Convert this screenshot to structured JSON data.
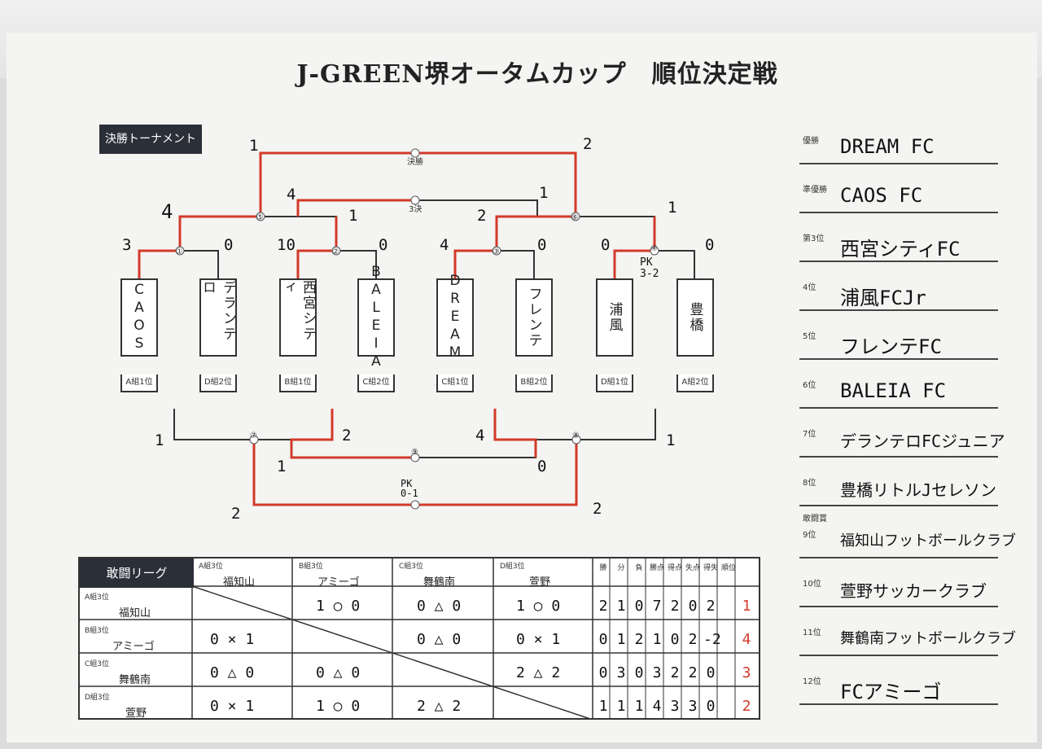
{
  "title": "J-GREEN堺オータムカップ　順位決定戦",
  "tournament_tag": "決勝トーナメント",
  "match_labels": {
    "final": "決勝",
    "third": "3決",
    "m1": "①",
    "m2": "②",
    "m3": "③",
    "m4": "④",
    "m5": "⑤",
    "m6": "⑥",
    "m7": "⑦",
    "m8": "⑧",
    "m9": "⑨"
  },
  "teams": [
    {
      "name": "CAOS",
      "slot": "A組1位"
    },
    {
      "name": "デランテロ",
      "slot": "D組2位"
    },
    {
      "name": "西宮シティ",
      "slot": "B組1位"
    },
    {
      "name": "BALEIA",
      "slot": "C組2位"
    },
    {
      "name": "DREAM",
      "slot": "C組1位"
    },
    {
      "name": "フレンテ",
      "slot": "B組2位"
    },
    {
      "name": "浦風",
      "slot": "D組1位"
    },
    {
      "name": "豊橋",
      "slot": "A組2位"
    }
  ],
  "scores": {
    "r1": [
      "3",
      "0",
      "10",
      "0",
      "4",
      "0",
      "0",
      "0"
    ],
    "pk_r1": "PK\n3-2",
    "semi": [
      "4",
      "1",
      "2",
      "1"
    ],
    "third_place": [
      "4",
      "1"
    ],
    "final": [
      "1",
      "2"
    ],
    "lower_semis": [
      "1",
      "2",
      "4",
      "1"
    ],
    "lower_mid": [
      "1",
      "0"
    ],
    "lower_final": [
      "2",
      "2"
    ],
    "lower_pk": "PK\n0-1"
  },
  "rankings": [
    {
      "label": "優勝",
      "name": "DREAM FC"
    },
    {
      "label": "準優勝",
      "name": "CAOS FC"
    },
    {
      "label": "第3位",
      "name": "西宮シティFC"
    },
    {
      "label": "4位",
      "name": "浦風FCJr"
    },
    {
      "label": "5位",
      "name": "フレンテFC"
    },
    {
      "label": "6位",
      "name": "BALEIA FC"
    },
    {
      "label": "7位",
      "name": "デランテロFCジュニア"
    },
    {
      "label": "8位",
      "name": "豊橋リトルJセレソン"
    },
    {
      "label": "9位",
      "name": "福知山フットボールクラブ",
      "pre_label": "敢闘賞"
    },
    {
      "label": "10位",
      "name": "萱野サッカークラブ"
    },
    {
      "label": "11位",
      "name": "舞鶴南フットボールクラブ"
    },
    {
      "label": "12位",
      "name": "FCアミーゴ"
    }
  ],
  "league": {
    "title": "敢闘リーグ",
    "columns": [
      {
        "group": "A組3位",
        "name": "福知山"
      },
      {
        "group": "B組3位",
        "name": "アミーゴ"
      },
      {
        "group": "C組3位",
        "name": "舞鶴南"
      },
      {
        "group": "D組3位",
        "name": "萱野"
      }
    ],
    "stat_headers": [
      "勝",
      "分",
      "負",
      "勝点",
      "得点",
      "失点",
      "得失",
      "順位"
    ],
    "rows": [
      {
        "group": "A組3位",
        "name": "福知山",
        "results": [
          "",
          "1 ○ 0",
          "0 △ 0",
          "1 ○ 0"
        ],
        "stats": [
          "2",
          "1",
          "0",
          "7",
          "2",
          "0",
          "2",
          "1"
        ]
      },
      {
        "group": "B組3位",
        "name": "アミーゴ",
        "results": [
          "0 × 1",
          "",
          "0 △ 0",
          "0 × 1"
        ],
        "stats": [
          "0",
          "1",
          "2",
          "1",
          "0",
          "2",
          "-2",
          "4"
        ]
      },
      {
        "group": "C組3位",
        "name": "舞鶴南",
        "results": [
          "0 △ 0",
          "0 △ 0",
          "",
          "2 △ 2"
        ],
        "stats": [
          "0",
          "3",
          "0",
          "3",
          "2",
          "2",
          "0",
          "3"
        ]
      },
      {
        "group": "D組3位",
        "name": "萱野",
        "results": [
          "0 × 1",
          "1 ○ 0",
          "2 △ 2",
          ""
        ],
        "stats": [
          "1",
          "1",
          "1",
          "4",
          "3",
          "3",
          "0",
          "2"
        ]
      }
    ]
  },
  "colors": {
    "winner_line": "#d23a2a",
    "bracket_line": "#333333",
    "dark_tag": "#2b2f38",
    "rank_red": "#d23a2a"
  }
}
